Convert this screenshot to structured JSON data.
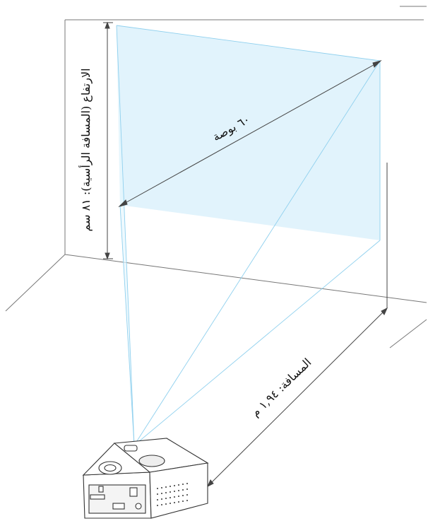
{
  "diagram": {
    "screen_size_label": "٦٠ بوصة",
    "height_label": "الارتفاع (المسافة الرأسية): ٨١ سم",
    "distance_label": "المسافة: ١,٩٤ م"
  },
  "colors": {
    "projection_fill": "#dcf1fb",
    "beam_line": "#8fd0ee",
    "dimension_line": "#444444",
    "floor_line": "#777777"
  }
}
